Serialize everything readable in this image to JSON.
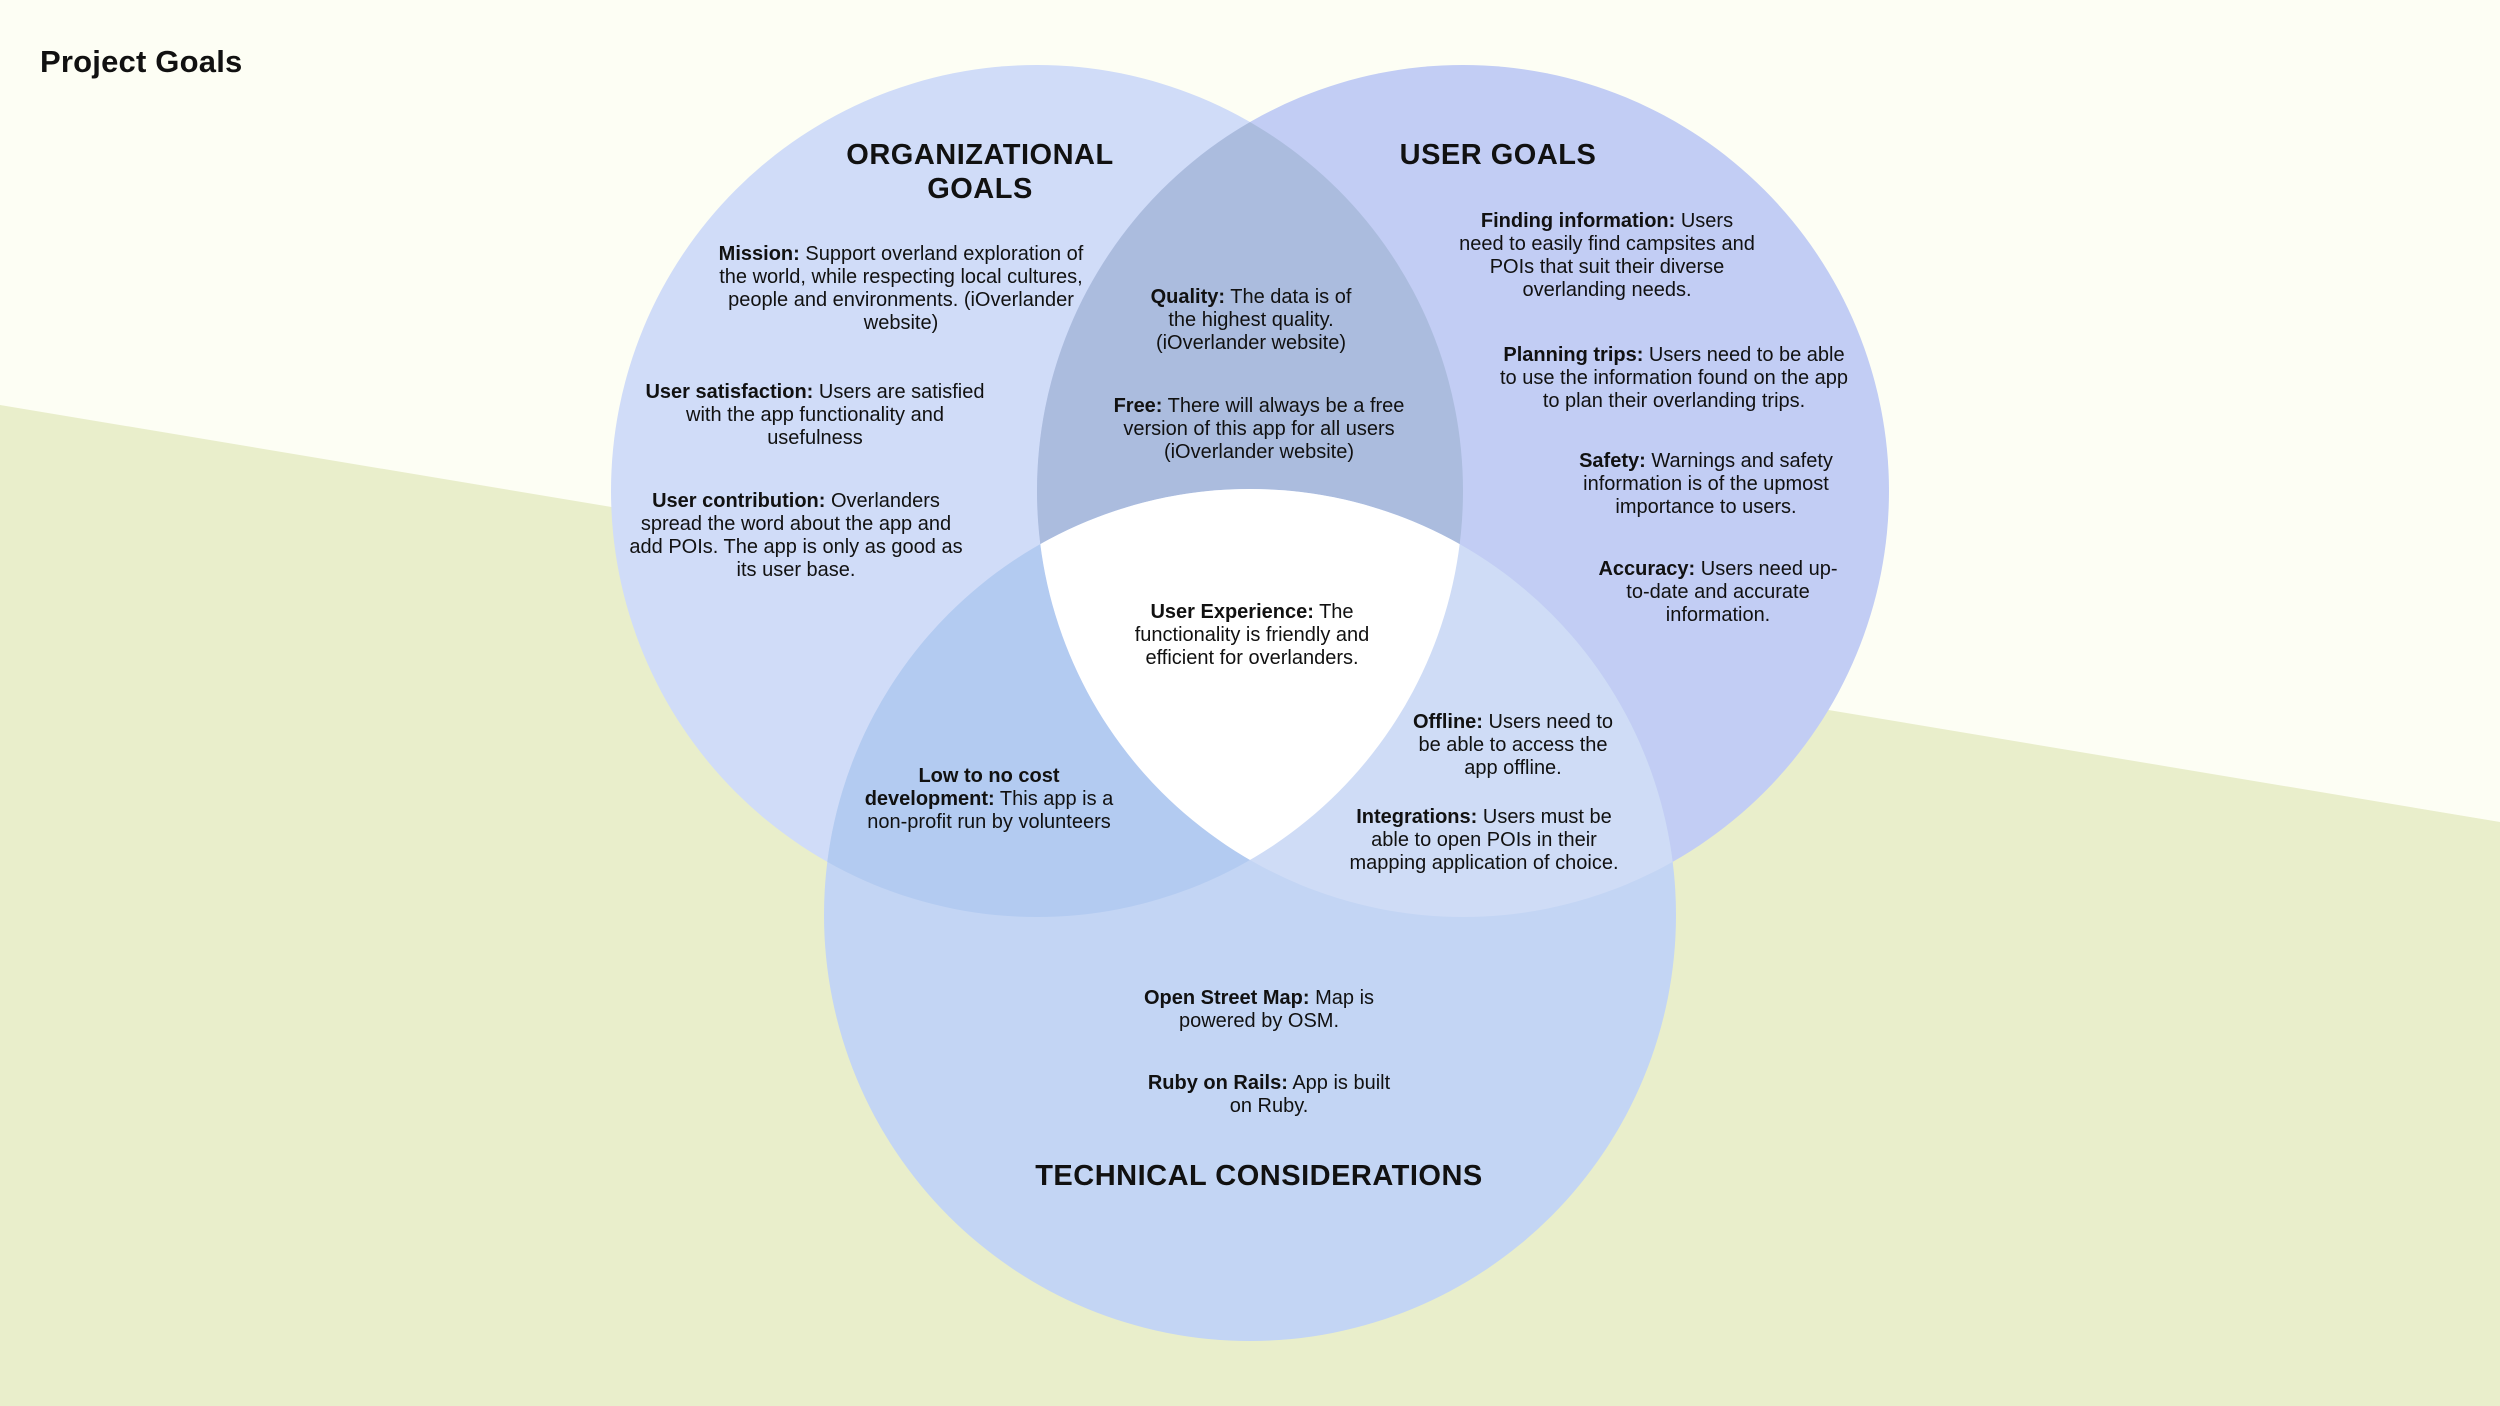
{
  "page_title": "Project Goals",
  "colors": {
    "background_light": "#fdfef4",
    "background_green": "#e9eecb",
    "organizational_circle": "#d0dcf8",
    "user_goals_circle": "#c2cdf4",
    "technical_circle": "#c3d5f4",
    "org_user_overlap": "#abbcde",
    "org_tech_overlap": "#b3cbf1",
    "user_tech_overlap": "#cfdcf6",
    "center": "#ffffff"
  },
  "organizational": {
    "heading_line1": "ORGANIZATIONAL",
    "heading_line2": "GOALS",
    "items": [
      {
        "label": "Mission:",
        "text": " Support overland exploration of the world, while respecting local cultures, people and environments. (iOverlander website)"
      },
      {
        "label": "User satisfaction:",
        "text": " Users are satisfied with the app functionality and usefulness"
      },
      {
        "label": "User contribution:",
        "text": " Overlanders spread the word about the app and add POIs. The app is only as good as its user base."
      }
    ]
  },
  "user_goals": {
    "heading": "USER GOALS",
    "items": [
      {
        "label": "Finding information:",
        "text": " Users need to easily find campsites and POIs that suit their diverse overlanding needs."
      },
      {
        "label": "Planning trips:",
        "text": " Users need to be able to use the information found on the app to plan their overlanding trips."
      },
      {
        "label": "Safety:",
        "text": "  Warnings and safety information is of the upmost importance to users."
      },
      {
        "label": "Accuracy:",
        "text": " Users need up-to-date and accurate information."
      }
    ]
  },
  "org_user_overlap": {
    "items": [
      {
        "label": "Quality:",
        "text": " The data is of the highest quality. (iOverlander website)"
      },
      {
        "label": "Free:",
        "text": " There will always be a free version of this app for all users (iOverlander website)"
      }
    ]
  },
  "center": {
    "label": "User Experience:",
    "text": " The functionality is friendly and efficient for overlanders."
  },
  "org_tech_overlap": {
    "label": "Low to no cost development:",
    "text": " This app is a non-profit run by volunteers"
  },
  "user_tech_overlap": {
    "items": [
      {
        "label": "Offline:",
        "text": " Users need to be able to access the app offline."
      },
      {
        "label": "Integrations:",
        "text": " Users must be able to open POIs in their mapping application of choice."
      }
    ]
  },
  "technical": {
    "heading": "TECHNICAL CONSIDERATIONS",
    "items": [
      {
        "label": "Open Street Map:",
        "text": " Map is powered by OSM."
      },
      {
        "label": "Ruby on Rails:",
        "text": " App is built on Ruby."
      }
    ]
  }
}
